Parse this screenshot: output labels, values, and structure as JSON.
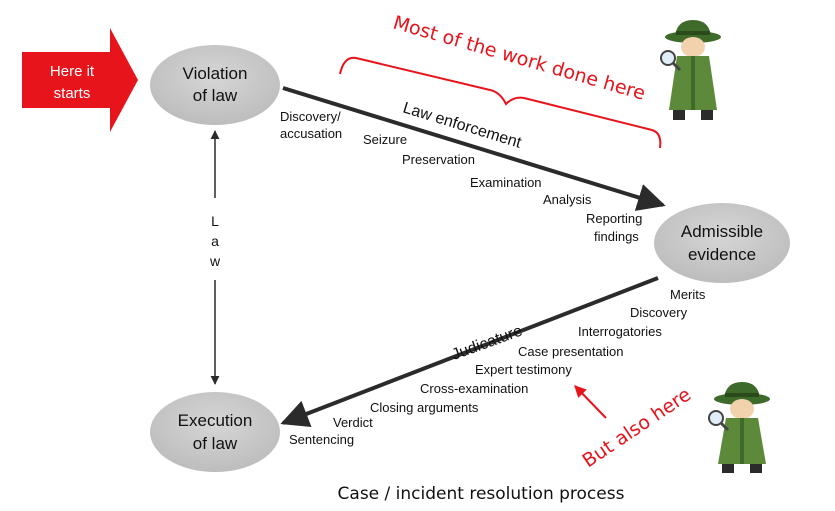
{
  "nodes": {
    "violation": [
      "Violation",
      "of law"
    ],
    "evidence": [
      "Admissible",
      "evidence"
    ],
    "execution": [
      "Execution",
      "of law"
    ]
  },
  "start_arrow": [
    "Here it",
    "starts"
  ],
  "law_axis": [
    "L",
    "a",
    "w"
  ],
  "law_enforcement": {
    "title": "Law enforcement",
    "steps": [
      "Discovery/",
      "accusation",
      "Seizure",
      "Preservation",
      "Examination",
      "Analysis",
      "Reporting",
      "findings"
    ]
  },
  "judicature": {
    "title": "Judicature",
    "steps": [
      "Merits",
      "Discovery",
      "Interrogatories",
      "Case presentation",
      "Expert testimony",
      "Cross-examination",
      "Closing arguments",
      "Verdict",
      "Sentencing"
    ]
  },
  "callouts": {
    "top": "Most of the work done here",
    "bottom": "But also here"
  },
  "caption": "Case / incident resolution process",
  "colors": {
    "accent_red": "#e8141c",
    "node_fill": "#c9c9c9",
    "arrow": "#2b2b2b",
    "detective_coat": "#5c8a3a",
    "detective_hat": "#3f6b2a"
  },
  "icons": [
    "detective-icon",
    "magnifying-glass-icon"
  ]
}
